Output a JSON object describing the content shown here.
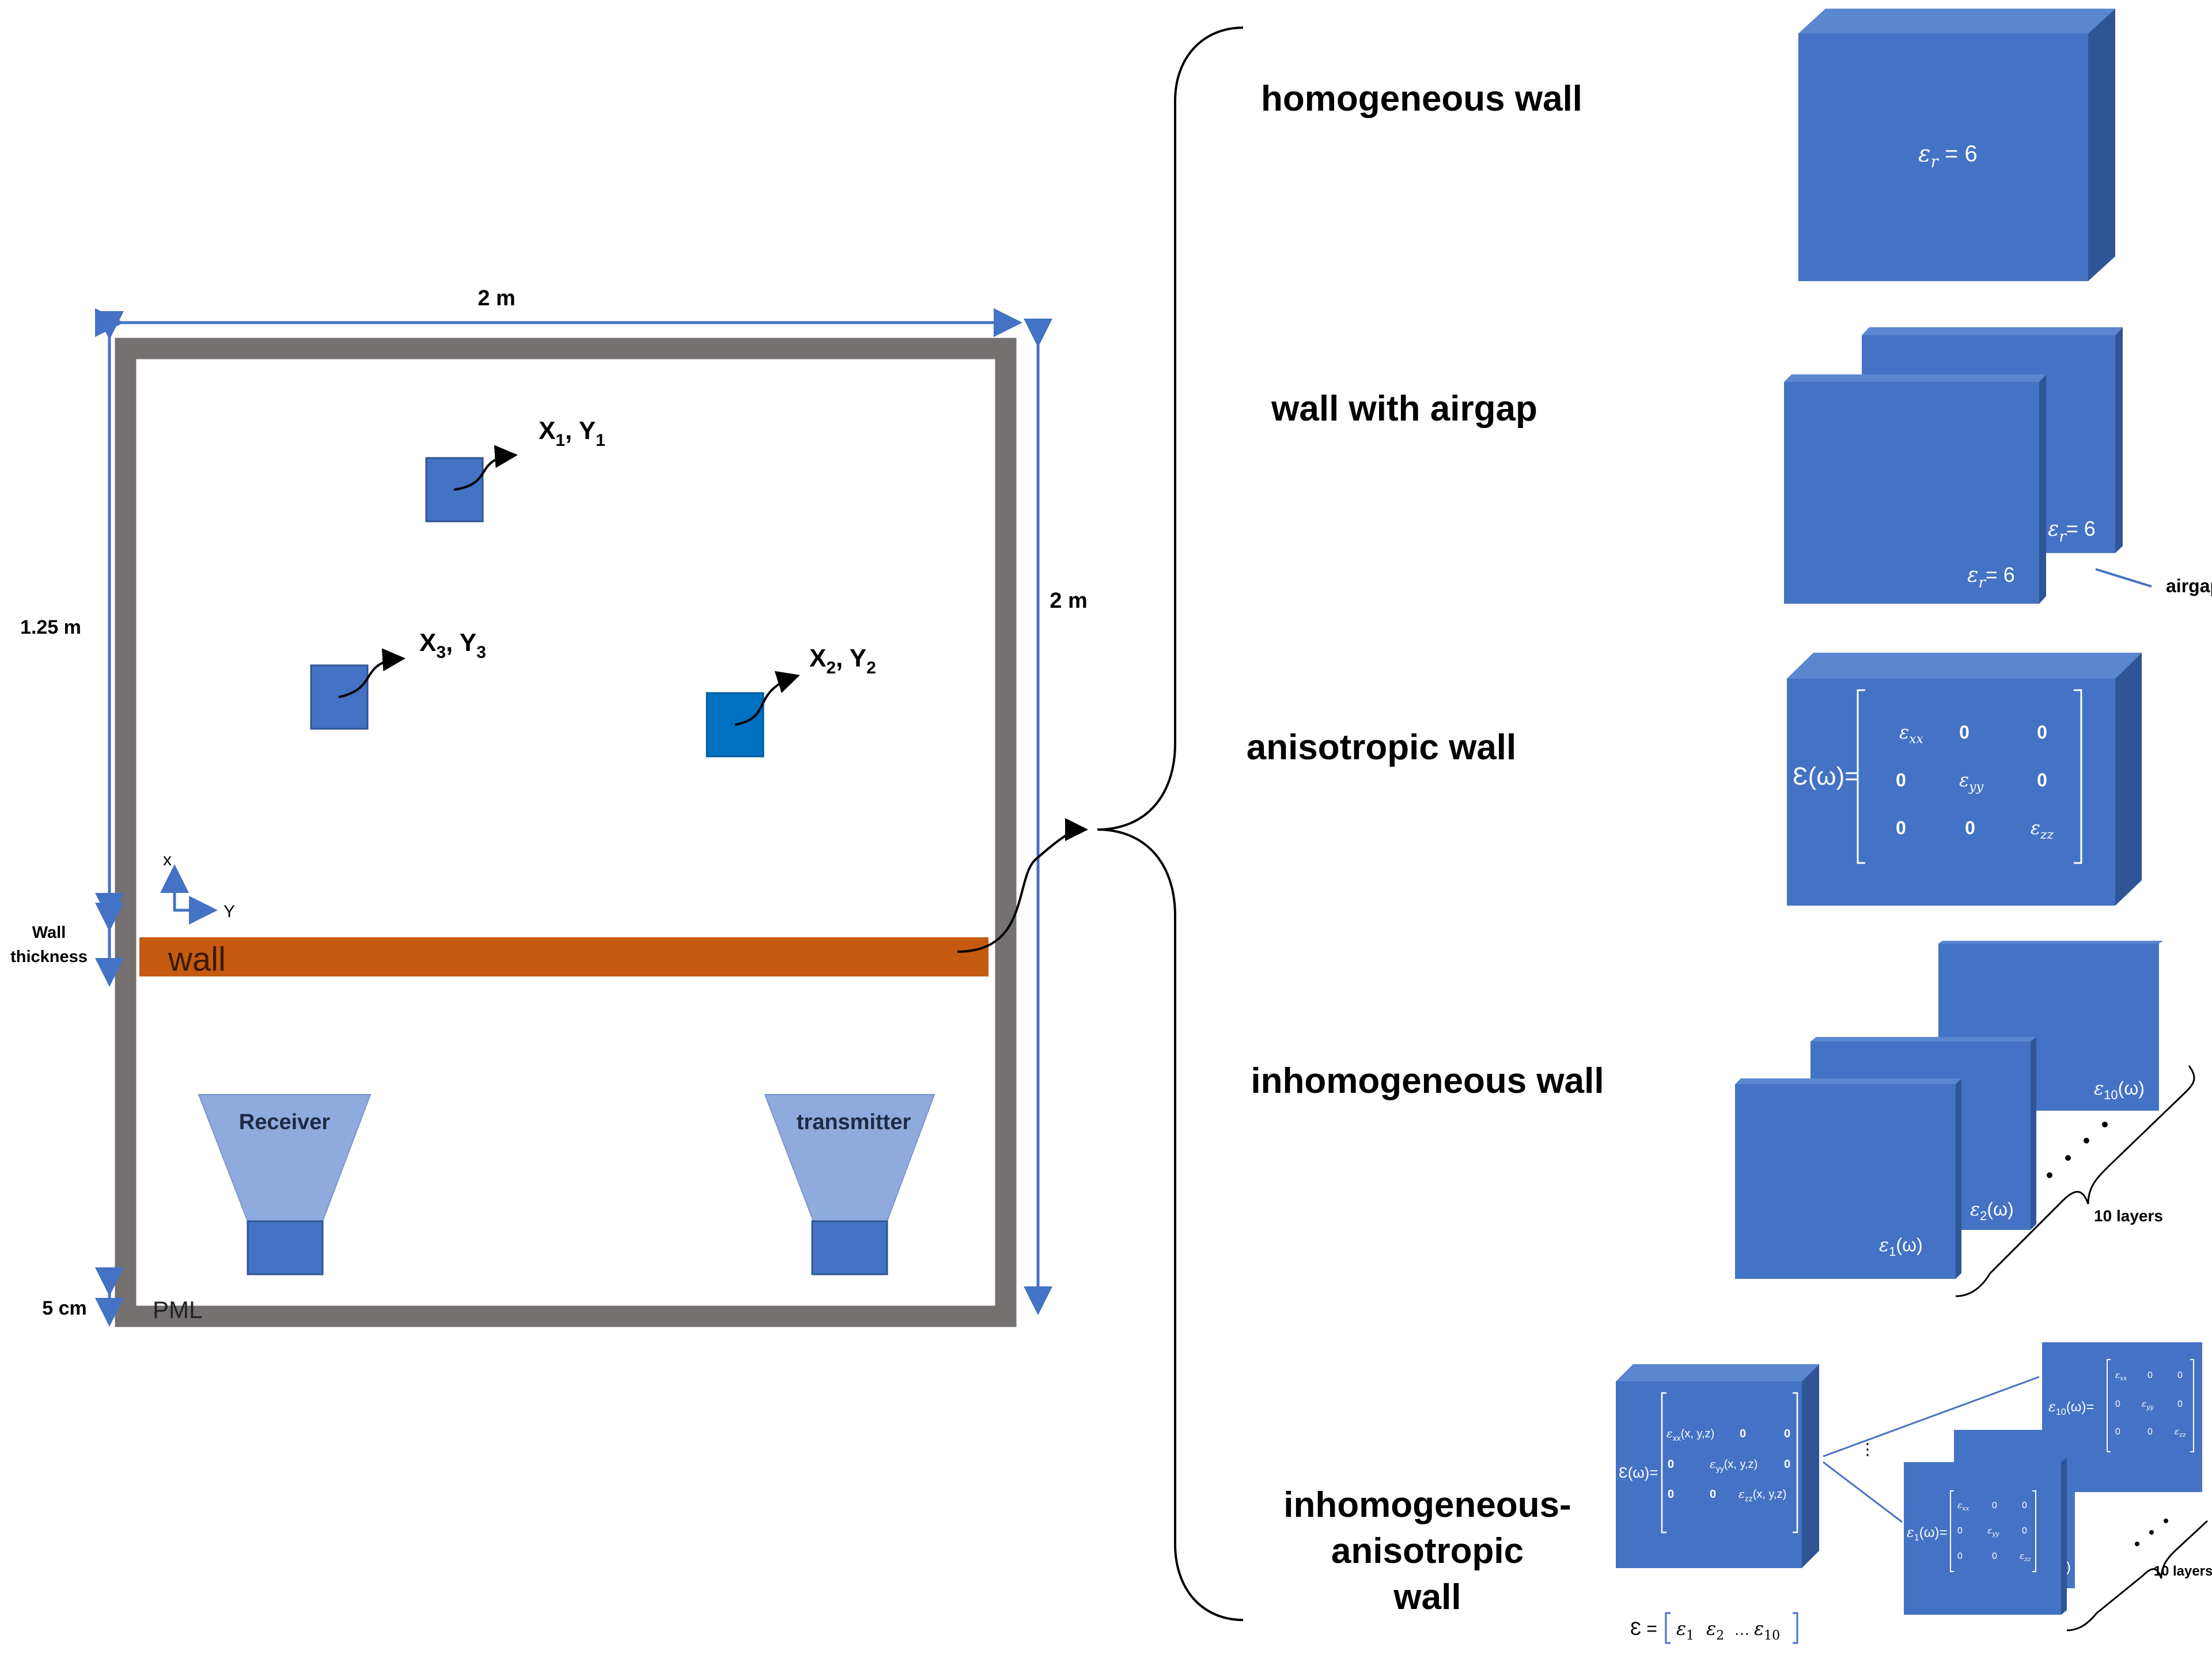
{
  "scene": {
    "width_label": "2 m",
    "height_label": "2 m",
    "upper_distance_label": "1.25 m",
    "wall_thickness_label_line1": "Wall",
    "wall_thickness_label_line2": "thickness",
    "pml_thickness_label": "5 cm",
    "pml_label": "PML",
    "wall_label": "wall",
    "axis_x": "x",
    "axis_y": "Y",
    "targets": [
      {
        "label": "X",
        "sub": "1",
        "sep": ",  Y",
        "sub2": "1"
      },
      {
        "label": "X",
        "sub": "2",
        "sep": ",  Y",
        "sub2": "2"
      },
      {
        "label": "X",
        "sub": "3",
        "sep": ",  Y",
        "sub2": "3"
      }
    ],
    "receiver_label": "Receiver",
    "transmitter_label": "transmitter"
  },
  "wall_types": {
    "homogeneous": {
      "title": "homogeneous wall",
      "eps": "ε",
      "sub": "r",
      "value": " = 6"
    },
    "airgap": {
      "title": "wall with airgap",
      "front_eps": "= 6",
      "back_eps": "= 6",
      "airgap_label": "airgap"
    },
    "anisotropic": {
      "title": "anisotropic wall",
      "lhs": "Ɛ(ω)=",
      "matrix": [
        [
          "ε_xx",
          "0",
          "0"
        ],
        [
          "0",
          "ε_yy",
          "0"
        ],
        [
          "0",
          "0",
          "ε_zz"
        ]
      ]
    },
    "inhomogeneous": {
      "title": "inhomogeneous wall",
      "layer_first": "(ω)",
      "layer_second": "(ω)",
      "layer_last": "(ω)",
      "layers_label": "10 layers"
    },
    "inhomogeneous_anisotropic": {
      "title_line1": "inhomogeneous-",
      "title_line2": "anisotropic",
      "title_line3": "wall",
      "lhs": "Ɛ(ω)=",
      "big_matrix_cell": "(x, y,z)",
      "small_lhs_first": "(ω)=",
      "small_lhs_last": "(ω)=",
      "layer_second": "(ω)",
      "layers_label": "10 layers",
      "vector_lhs": "Ɛ =",
      "vector_dots": "…"
    }
  },
  "colors": {
    "boundary": "#757171",
    "wall": "#c55a11",
    "block_front": "#4472c4",
    "block_top": "#5b86d0",
    "block_side": "#2f5597",
    "target_alt": "#0070c0",
    "antenna_horn": "#8faadc",
    "dimension": "#4472c4"
  }
}
